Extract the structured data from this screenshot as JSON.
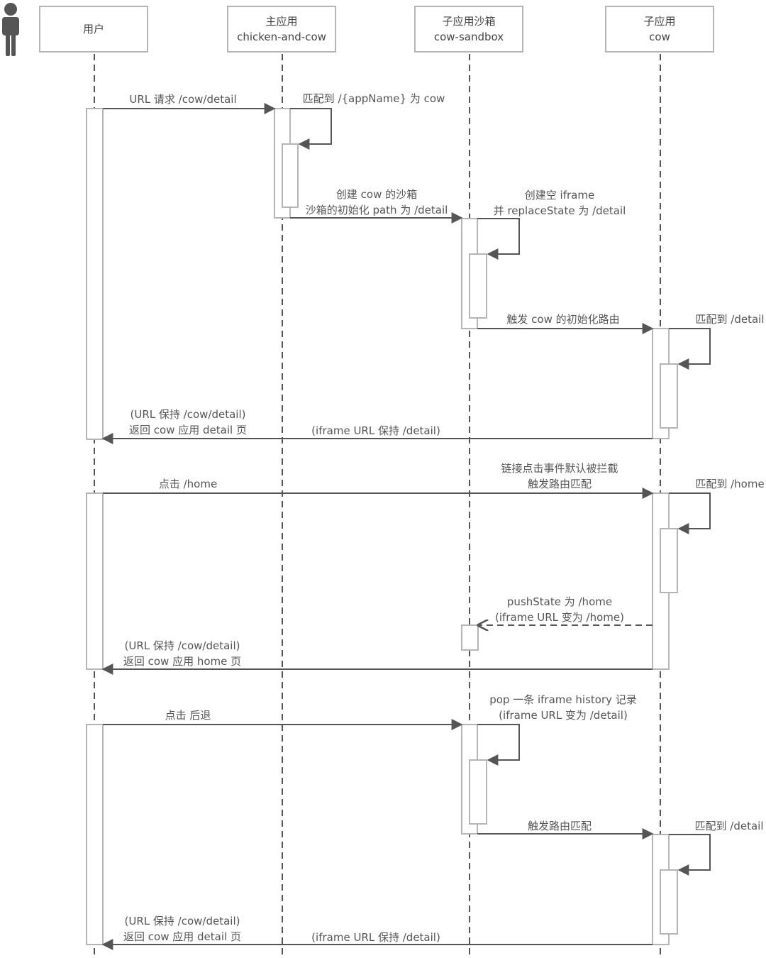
{
  "participants": [
    {
      "title": "用户",
      "subtitle": ""
    },
    {
      "title": "主应用",
      "subtitle": "chicken-and-cow"
    },
    {
      "title": "子应用沙箱",
      "subtitle": "cow-sandbox"
    },
    {
      "title": "子应用",
      "subtitle": "cow"
    }
  ],
  "messages": {
    "url_request": "URL 请求 /cow/detail",
    "match_appname": "匹配到 /{appName} 为 cow",
    "create_sandbox_1": "创建 cow 的沙箱",
    "create_sandbox_2": "沙箱的初始化 path 为 /detail",
    "create_iframe_1": "创建空 iframe",
    "create_iframe_2": "并 replaceState 为 /detail",
    "trigger_init_route": "触发 cow 的初始化路由",
    "match_detail_1": "匹配到 /detail",
    "return1_l1": "(URL 保持 /cow/detail)",
    "return1_l2": "返回 cow 应用 detail 页",
    "iframe_keep_1": "(iframe URL 保持 /detail)",
    "intercept_1": "链接点击事件默认被拦截",
    "intercept_2": "触发路由匹配",
    "click_home": "点击 /home",
    "match_home": "匹配到 /home",
    "pushstate_1": "pushState 为 /home",
    "pushstate_2": "(iframe URL 变为 /home)",
    "return2_l1": "(URL 保持 /cow/detail)",
    "return2_l2": "返回 cow 应用 home 页",
    "pop_1": "pop 一条 iframe history 记录",
    "pop_2": "(iframe URL 变为 /detail)",
    "click_back": "点击 后退",
    "trigger_match": "触发路由匹配",
    "match_detail_2": "匹配到 /detail",
    "return3_l1": "(URL 保持 /cow/detail)",
    "return3_l2": "返回 cow 应用 detail 页",
    "iframe_keep_2": "(iframe URL 保持 /detail)"
  },
  "colors": {
    "line": "#555555",
    "box_border": "#b5b5b5",
    "actor": "#555555"
  },
  "icons": {
    "actor": "person-icon"
  }
}
